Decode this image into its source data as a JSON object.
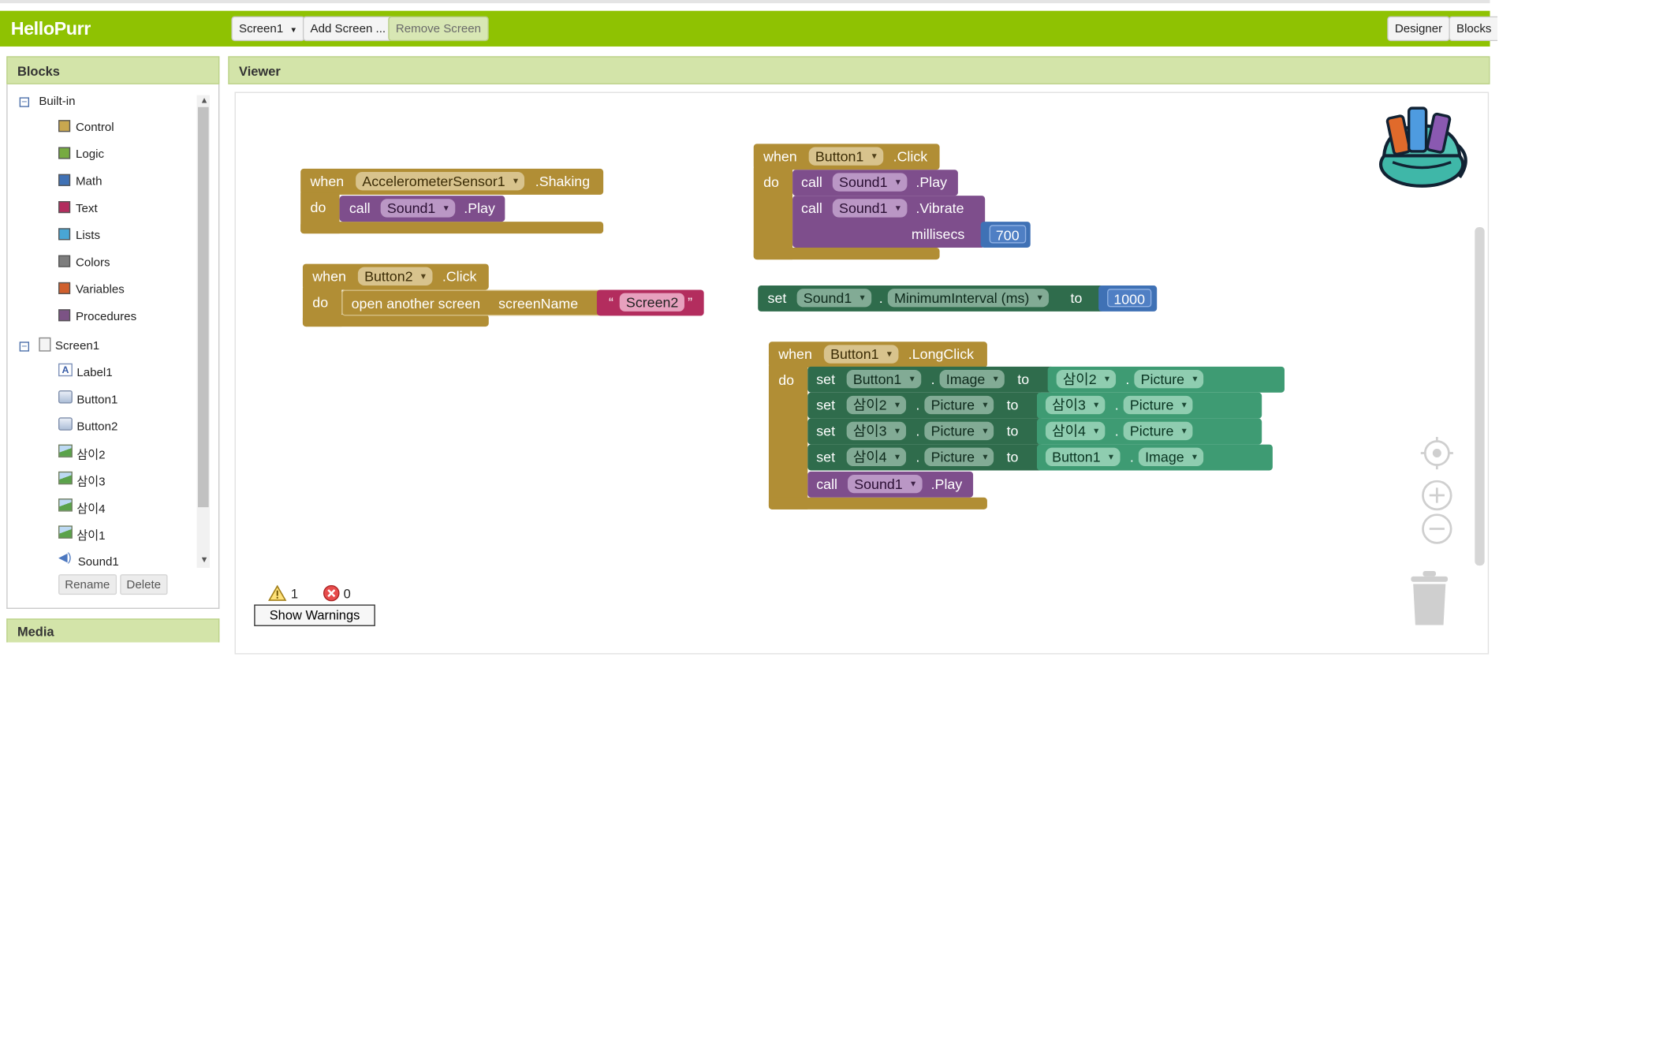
{
  "app": {
    "title": "HelloPurr"
  },
  "toolbar": {
    "screen_select": "Screen1",
    "add_screen": "Add Screen ...",
    "remove_screen": "Remove Screen",
    "designer": "Designer",
    "blocks": "Blocks"
  },
  "blocks_panel": {
    "title": "Blocks",
    "builtin_label": "Built-in",
    "builtin": [
      {
        "label": "Control",
        "color": "#c9a74f"
      },
      {
        "label": "Logic",
        "color": "#77ab41"
      },
      {
        "label": "Math",
        "color": "#3f71b5"
      },
      {
        "label": "Text",
        "color": "#b32d5e"
      },
      {
        "label": "Lists",
        "color": "#49a6d4"
      },
      {
        "label": "Colors",
        "color": "#7d7d7d"
      },
      {
        "label": "Variables",
        "color": "#d05f2d"
      },
      {
        "label": "Procedures",
        "color": "#7c5385"
      }
    ],
    "screen_label": "Screen1",
    "components": [
      {
        "label": "Label1",
        "icon": "label-icon"
      },
      {
        "label": "Button1",
        "icon": "button-icon"
      },
      {
        "label": "Button2",
        "icon": "button-icon"
      },
      {
        "label": "삼이2",
        "icon": "image-icon"
      },
      {
        "label": "삼이3",
        "icon": "image-icon"
      },
      {
        "label": "삼이4",
        "icon": "image-icon"
      },
      {
        "label": "삼이1",
        "icon": "image-icon"
      },
      {
        "label": "Sound1",
        "icon": "sound-icon"
      }
    ],
    "rename": "Rename",
    "delete": "Delete"
  },
  "media_panel": {
    "title": "Media"
  },
  "viewer": {
    "title": "Viewer"
  },
  "kw": {
    "when": "when",
    "do": "do",
    "call": "call",
    "set": "set",
    "to": "to",
    "dot": ".",
    "open_screen": "open another screen",
    "screen_name": "screenName",
    "millisecs": "millisecs"
  },
  "block1": {
    "component": "AccelerometerSensor1",
    "event": ".Shaking",
    "call_comp": "Sound1",
    "call_method": ".Play"
  },
  "block2": {
    "component": "Button2",
    "event": ".Click",
    "string_value": "Screen2",
    "quote_open": "“",
    "quote_close": "”"
  },
  "block3": {
    "component": "Button1",
    "event": ".Click",
    "call1_comp": "Sound1",
    "call1_method": ".Play",
    "call2_comp": "Sound1",
    "call2_method": ".Vibrate",
    "millisecs_value": "700"
  },
  "block4": {
    "component": "Sound1",
    "property": "MinimumInterval (ms)",
    "value": "1000"
  },
  "block5": {
    "component": "Button1",
    "event": ".LongClick",
    "rows": [
      {
        "set_comp": "Button1",
        "set_prop": "Image",
        "get_comp": "삼이2",
        "get_prop": "Picture"
      },
      {
        "set_comp": "삼이2",
        "set_prop": "Picture",
        "get_comp": "삼이3",
        "get_prop": "Picture"
      },
      {
        "set_comp": "삼이3",
        "set_prop": "Picture",
        "get_comp": "삼이4",
        "get_prop": "Picture"
      },
      {
        "set_comp": "삼이4",
        "set_prop": "Picture",
        "get_comp": "Button1",
        "get_prop": "Image"
      }
    ],
    "call_comp": "Sound1",
    "call_method": ".Play"
  },
  "warnings": {
    "warning_count": "1",
    "error_count": "0",
    "show_warnings": "Show Warnings"
  },
  "icons": [
    "backpack-icon",
    "center-target-icon",
    "zoom-in-icon",
    "zoom-out-icon",
    "trash-icon",
    "warning-icon",
    "error-icon"
  ]
}
